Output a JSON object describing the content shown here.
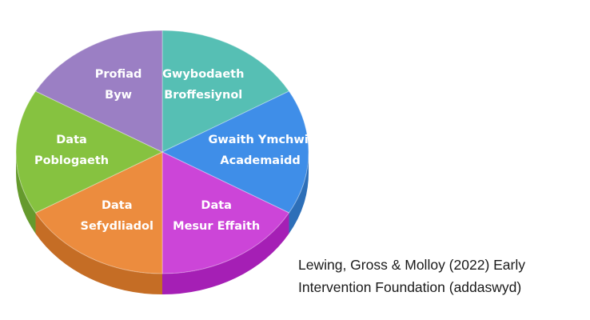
{
  "chart_data": {
    "type": "pie",
    "title": "",
    "categories": [
      "Gwybodaeth Broffesiynol",
      "Gwaith Ymchwil Academaidd",
      "Data Mesur Effaith",
      "Data Sefydliadol",
      "Data Poblogaeth",
      "Profiad Byw"
    ],
    "label_lines": [
      [
        "Gwybodaeth",
        "Broffesiynol"
      ],
      [
        "Gwaith Ymchwil",
        "Academaidd"
      ],
      [
        "Data",
        "Mesur Effaith"
      ],
      [
        "Data",
        "Sefydliadol"
      ],
      [
        "Data",
        "Poblogaeth"
      ],
      [
        "Profiad",
        "Byw"
      ]
    ],
    "values": [
      1,
      1,
      1,
      1,
      1,
      1
    ],
    "colors": {
      "top": [
        "#56bfb4",
        "#3f8ee8",
        "#cc45d8",
        "#ec8c3e",
        "#86c240",
        "#9b7fc4"
      ],
      "side": [
        "#3a948b",
        "#2d6fb8",
        "#a51fb5",
        "#c56d25",
        "#659a2d",
        "#785e9c"
      ]
    },
    "legend": "none",
    "grid": false
  },
  "caption": {
    "line1": "Lewing, Gross & Molloy (2022) Early",
    "line2": "Intervention Foundation (addaswyd)"
  }
}
